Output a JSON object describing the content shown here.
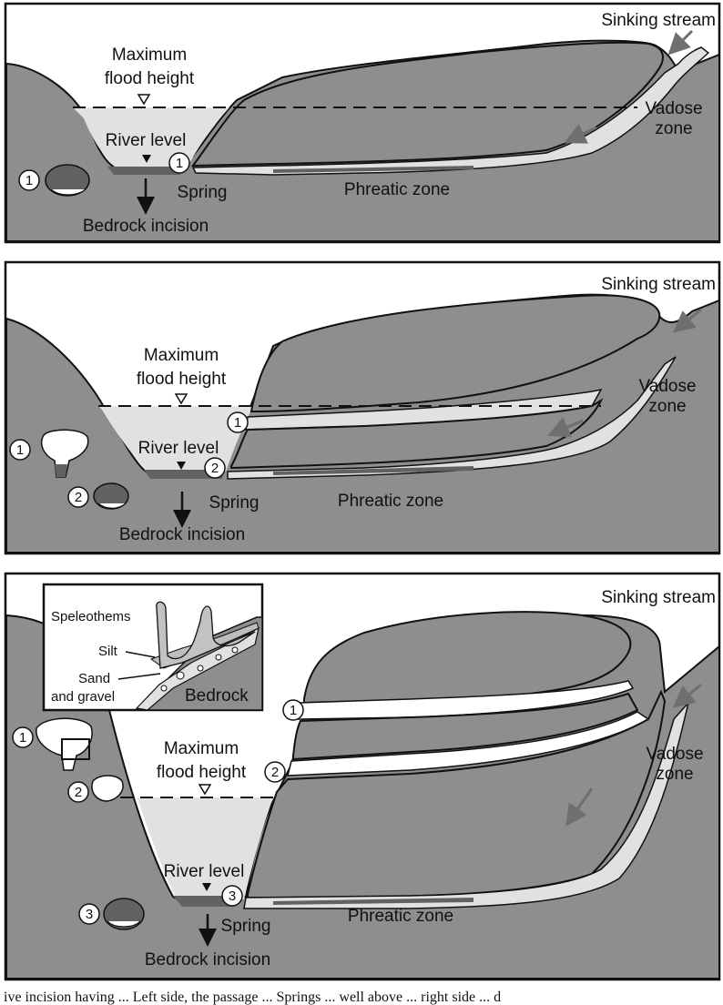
{
  "colors": {
    "rock": "#8e8e8e",
    "water": "#e1e1e1",
    "wet_sediment": "#626262",
    "cave_void": "#ffffff",
    "arrow": "#6f6f6f",
    "outline": "#111111"
  },
  "panel_1": {
    "sinking_stream": "Sinking stream",
    "vadose_zone_line1": "Vadose",
    "vadose_zone_line2": "zone",
    "max_flood_line1": "Maximum",
    "max_flood_line2": "flood height",
    "river_level": "River level",
    "spring": "Spring",
    "phreatic_zone": "Phreatic zone",
    "bedrock_incision": "Bedrock incision",
    "marker_1": "1"
  },
  "panel_2": {
    "sinking_stream": "Sinking stream",
    "vadose_zone_line1": "Vadose",
    "vadose_zone_line2": "zone",
    "max_flood_line1": "Maximum",
    "max_flood_line2": "flood height",
    "river_level": "River level",
    "spring": "Spring",
    "phreatic_zone": "Phreatic zone",
    "bedrock_incision": "Bedrock incision",
    "marker_1": "1",
    "marker_2": "2"
  },
  "panel_3": {
    "sinking_stream": "Sinking stream",
    "vadose_zone_line1": "Vadose",
    "vadose_zone_line2": "zone",
    "max_flood_line1": "Maximum",
    "max_flood_line2": "flood height",
    "river_level": "River level",
    "spring": "Spring",
    "phreatic_zone": "Phreatic zone",
    "bedrock_incision": "Bedrock incision",
    "marker_1": "1",
    "marker_2": "2",
    "marker_3": "3",
    "inset": {
      "speleothems": "Speleothems",
      "silt": "Silt",
      "sand_line1": "Sand",
      "sand_line2": "and gravel",
      "bedrock": "Bedrock"
    }
  },
  "caption_fragment": "ive incision having ... Left side, the passage ... Springs ... well above ... right side ... d"
}
